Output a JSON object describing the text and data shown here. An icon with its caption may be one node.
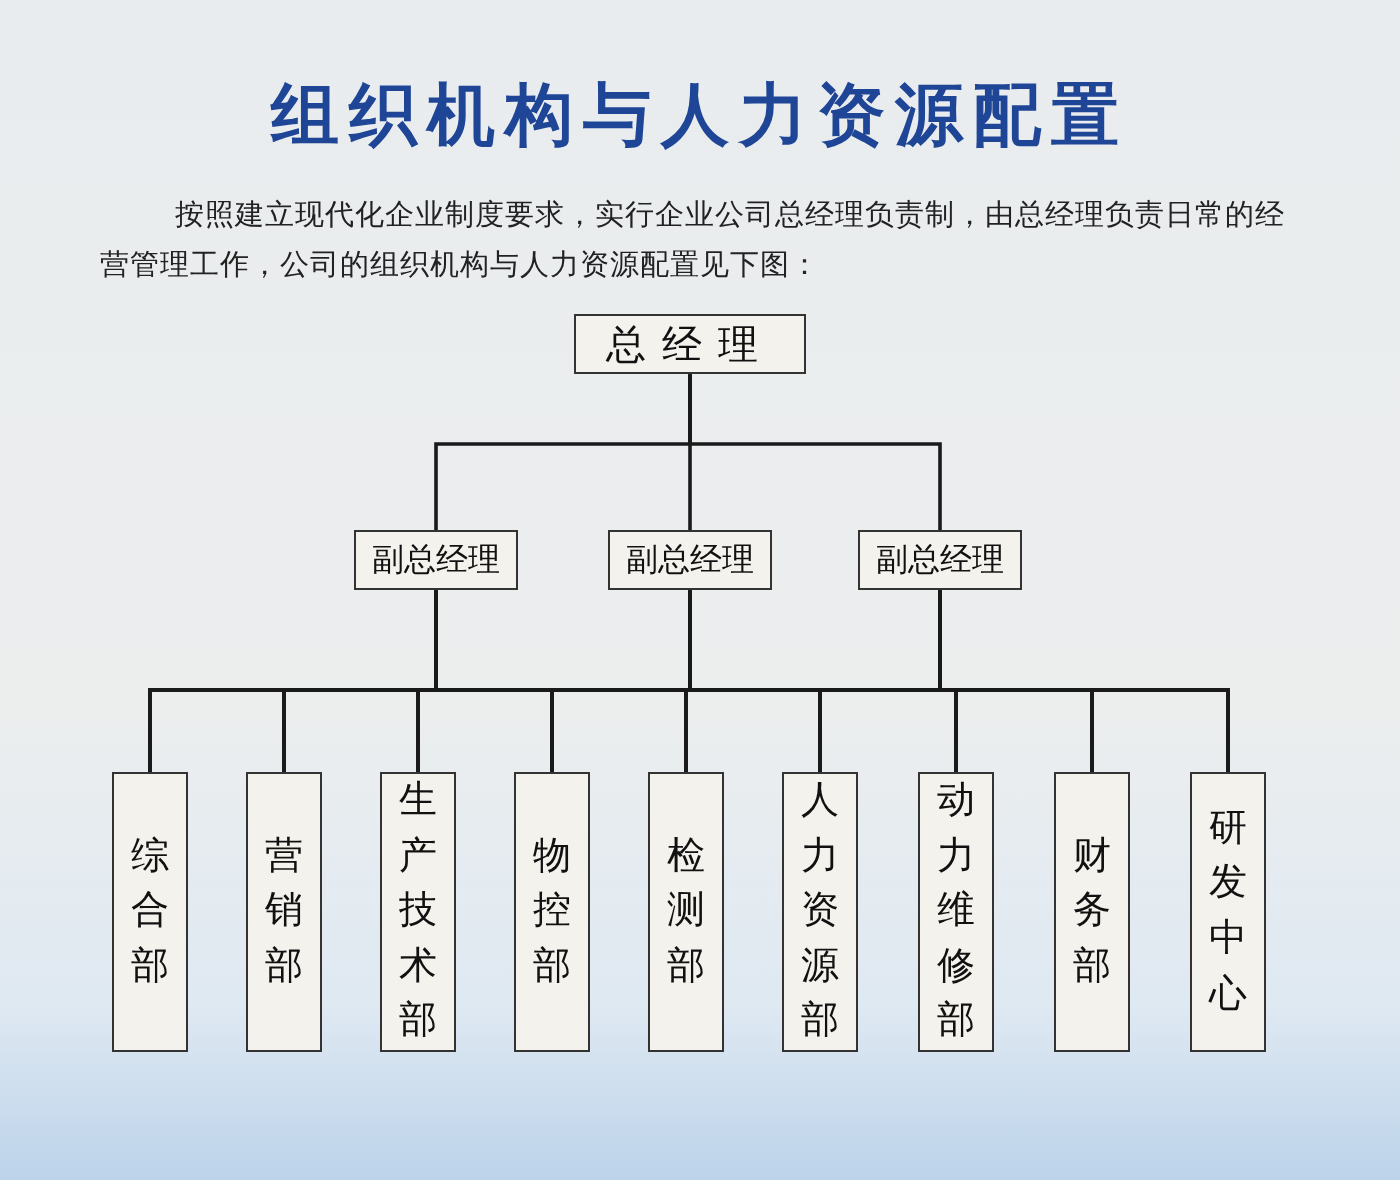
{
  "diagram": {
    "title": "组织机构与人力资源配置",
    "nodes": [
      {
        "text": [
          "总经理"
        ]
      },
      {
        "text": [
          "副总经理"
        ]
      },
      {
        "text": [
          "副总经理"
        ]
      },
      {
        "text": [
          "副总经理"
        ]
      },
      {
        "text": [
          "综合部"
        ]
      },
      {
        "text": [
          "营销部"
        ]
      },
      {
        "text": [
          "生产技术部"
        ]
      },
      {
        "text": [
          "物控部"
        ]
      },
      {
        "text": [
          "检测部"
        ]
      },
      {
        "text": [
          "人力资源部"
        ]
      },
      {
        "text": [
          "动力维修部"
        ]
      },
      {
        "text": [
          "财务部"
        ]
      },
      {
        "text": [
          "研发中心"
        ]
      }
    ],
    "edges": [
      {
        "from": 0,
        "to": 1,
        "arrow": "none"
      },
      {
        "from": 0,
        "to": 2,
        "arrow": "none"
      },
      {
        "from": 0,
        "to": 3,
        "arrow": "none"
      },
      {
        "from": 1,
        "to": 4,
        "arrow": "none"
      },
      {
        "from": 1,
        "to": 5,
        "arrow": "none"
      },
      {
        "from": 1,
        "to": 6,
        "arrow": "none"
      },
      {
        "from": 1,
        "to": 7,
        "arrow": "none"
      },
      {
        "from": 1,
        "to": 8,
        "arrow": "none"
      },
      {
        "from": 1,
        "to": 9,
        "arrow": "none"
      },
      {
        "from": 1,
        "to": 10,
        "arrow": "none"
      },
      {
        "from": 1,
        "to": 11,
        "arrow": "none"
      },
      {
        "from": 1,
        "to": 12,
        "arrow": "none"
      },
      {
        "from": 2,
        "to": 4,
        "arrow": "none"
      },
      {
        "from": 2,
        "to": 5,
        "arrow": "none"
      },
      {
        "from": 2,
        "to": 6,
        "arrow": "none"
      },
      {
        "from": 2,
        "to": 7,
        "arrow": "none"
      },
      {
        "from": 2,
        "to": 8,
        "arrow": "none"
      },
      {
        "from": 2,
        "to": 9,
        "arrow": "none"
      },
      {
        "from": 2,
        "to": 10,
        "arrow": "none"
      },
      {
        "from": 2,
        "to": 11,
        "arrow": "none"
      },
      {
        "from": 2,
        "to": 12,
        "arrow": "none"
      },
      {
        "from": 3,
        "to": 4,
        "arrow": "none"
      },
      {
        "from": 3,
        "to": 5,
        "arrow": "none"
      },
      {
        "from": 3,
        "to": 6,
        "arrow": "none"
      },
      {
        "from": 3,
        "to": 7,
        "arrow": "none"
      },
      {
        "from": 3,
        "to": 8,
        "arrow": "none"
      },
      {
        "from": 3,
        "to": 9,
        "arrow": "none"
      },
      {
        "from": 3,
        "to": 10,
        "arrow": "none"
      },
      {
        "from": 3,
        "to": 11,
        "arrow": "none"
      },
      {
        "from": 3,
        "to": 12,
        "arrow": "none"
      }
    ],
    "labels": [
      "按照建立现代化企业制度要求，实行企业公司总经理负责制，由总经理负责日常的经营管理工作，公司的组织机构与人力资源配置见下图："
    ]
  }
}
